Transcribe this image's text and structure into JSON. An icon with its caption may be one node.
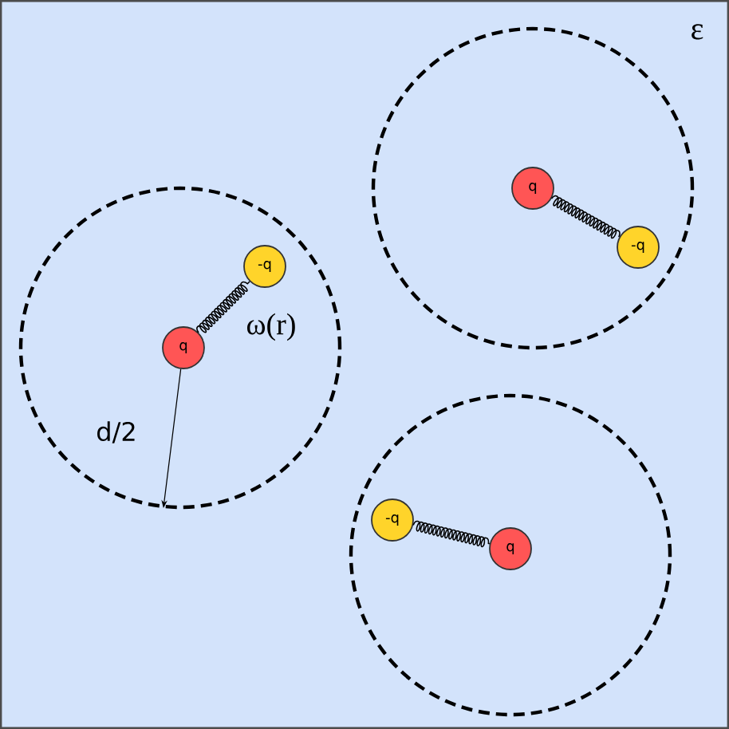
{
  "diagram": {
    "nodes": [
      {
        "text": [],
        "shape": "circle"
      },
      {
        "text": [
          "q"
        ],
        "in": 0
      },
      {
        "text": [
          "-q"
        ],
        "in": 0
      },
      {
        "text": [],
        "shape": "circle"
      },
      {
        "text": [
          "-q"
        ],
        "in": 3
      },
      {
        "text": [
          "q"
        ],
        "in": 3
      },
      {
        "text": [],
        "shape": "circle"
      },
      {
        "text": [
          "-q"
        ],
        "in": 6
      },
      {
        "text": [
          "q"
        ],
        "in": 6
      }
    ],
    "edges": [
      {
        "from": 1,
        "to": 2,
        "arrow": "none"
      },
      {
        "from": 5,
        "to": 4,
        "arrow": "none",
        "label": "ω(r)"
      },
      {
        "from": 7,
        "to": 8,
        "arrow": "none"
      },
      {
        "from": 5,
        "to": 3,
        "arrow": "to",
        "label": "d/2"
      }
    ],
    "labels": [
      "ε"
    ]
  }
}
